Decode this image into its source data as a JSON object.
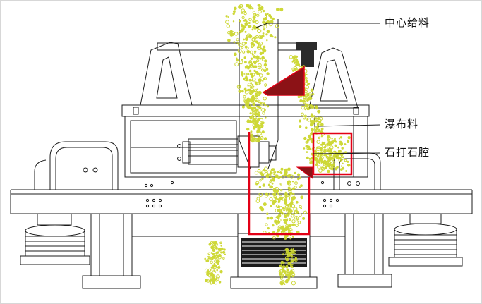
{
  "diagram": {
    "labels": [
      {
        "id": "center-feed",
        "text": "中心给料"
      },
      {
        "id": "cascade-material",
        "text": "瀑布料"
      },
      {
        "id": "rock-on-rock-chamber",
        "text": "石打石腔"
      }
    ],
    "colors": {
      "particle": "#ccd62e",
      "highlight": "#e30016",
      "highlight_fill": "#8c1216",
      "line": "#1c1c1c",
      "dark_fill": "#2b2b2b",
      "background": "#ffffff"
    }
  }
}
